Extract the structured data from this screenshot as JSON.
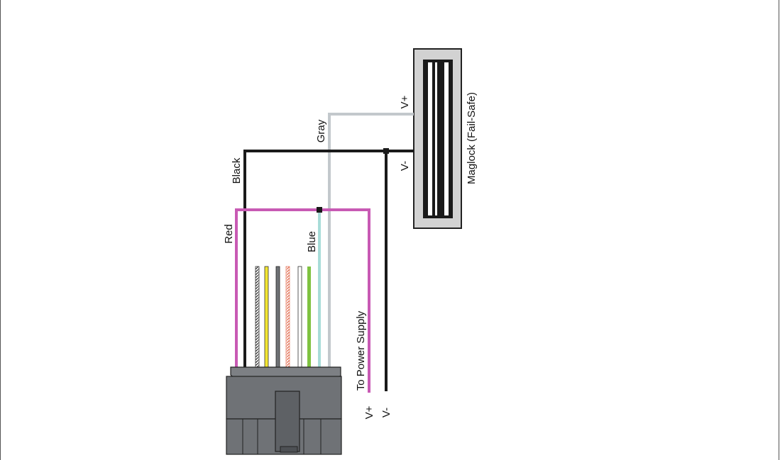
{
  "labels": {
    "device": "Maglock (Fail-Safe)",
    "device_vplus": "V+",
    "device_vminus": "V-",
    "gray": "Gray",
    "black": "Black",
    "red": "Red",
    "blue": "Blue",
    "supply": "To Power Supply",
    "supply_vplus": "V+",
    "supply_vminus": "V-"
  },
  "colors": {
    "red_wire": "#c85ab4",
    "black_wire": "#1a1a1a",
    "gray_wire": "#c3c8cc",
    "blue_wire": "#a8dcd8",
    "yellow_wire": "#f2e632",
    "green_wire": "#7fc241",
    "orange_wire": "#f0a890",
    "connector": "#6f7276",
    "maglock_frame": "#d2d2d2"
  },
  "icons": {
    "connector": "wire-harness-connector-icon",
    "maglock": "maglock-device-icon"
  }
}
